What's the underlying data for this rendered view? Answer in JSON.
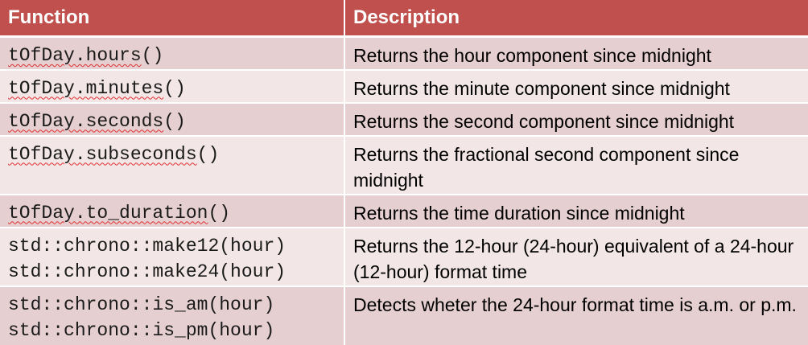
{
  "headers": {
    "function": "Function",
    "description": "Description"
  },
  "rows": [
    {
      "fn": {
        "obj": "tOfDay.hours",
        "rest": "()"
      },
      "desc": "Returns the hour component since midnight"
    },
    {
      "fn": {
        "obj": "tOfDay.minutes",
        "rest": "()"
      },
      "desc": "Returns the minute component since midnight"
    },
    {
      "fn": {
        "obj": "tOfDay.seconds",
        "rest": "()"
      },
      "desc": "Returns the second component since midnight"
    },
    {
      "fn": {
        "obj": "tOfDay.subseconds",
        "rest": "()"
      },
      "desc": "Returns the fractional second component since midnight"
    },
    {
      "fn": {
        "obj": "tOfDay.to_duration",
        "rest": "()"
      },
      "desc": "Returns the time duration since midnight"
    },
    {
      "fn": {
        "line1": "std::chrono::make12(hour)",
        "line2": "std::chrono::make24(hour)"
      },
      "desc": "Returns the 12-hour (24-hour) equivalent of a 24-hour (12-hour) format time"
    },
    {
      "fn": {
        "line1": "std::chrono::is_am(hour)",
        "line2": "std::chrono::is_pm(hour)"
      },
      "desc": "Detects wheter the 24-hour format time is a.m. or p.m."
    }
  ]
}
